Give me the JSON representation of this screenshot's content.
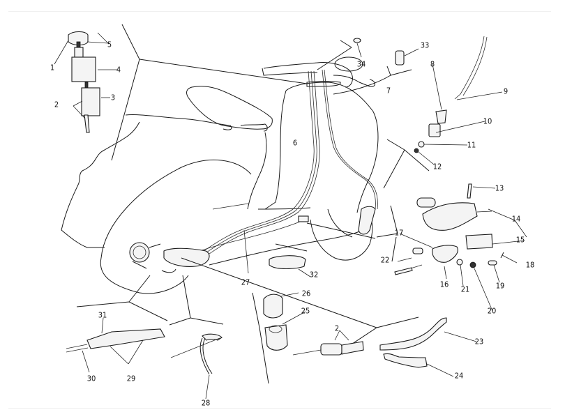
{
  "diagram": {
    "type": "exploded-parts-diagram",
    "subject": "scooter control cables",
    "callouts": [
      {
        "id": "1",
        "label": "1"
      },
      {
        "id": "2",
        "label": "2"
      },
      {
        "id": "2b",
        "label": "2"
      },
      {
        "id": "3",
        "label": "3"
      },
      {
        "id": "4",
        "label": "4"
      },
      {
        "id": "5",
        "label": "5"
      },
      {
        "id": "6",
        "label": "6"
      },
      {
        "id": "7",
        "label": "7"
      },
      {
        "id": "8",
        "label": "8"
      },
      {
        "id": "9",
        "label": "9"
      },
      {
        "id": "10",
        "label": "10"
      },
      {
        "id": "11",
        "label": "11"
      },
      {
        "id": "12",
        "label": "12"
      },
      {
        "id": "13",
        "label": "13"
      },
      {
        "id": "14",
        "label": "14"
      },
      {
        "id": "15",
        "label": "15"
      },
      {
        "id": "16",
        "label": "16"
      },
      {
        "id": "17",
        "label": "17"
      },
      {
        "id": "18",
        "label": "18"
      },
      {
        "id": "19",
        "label": "19"
      },
      {
        "id": "20",
        "label": "20"
      },
      {
        "id": "21",
        "label": "21"
      },
      {
        "id": "22",
        "label": "22"
      },
      {
        "id": "23",
        "label": "23"
      },
      {
        "id": "24",
        "label": "24"
      },
      {
        "id": "25",
        "label": "25"
      },
      {
        "id": "26",
        "label": "26"
      },
      {
        "id": "27",
        "label": "27"
      },
      {
        "id": "28",
        "label": "28"
      },
      {
        "id": "29",
        "label": "29"
      },
      {
        "id": "30",
        "label": "30"
      },
      {
        "id": "31",
        "label": "31"
      },
      {
        "id": "32",
        "label": "32"
      },
      {
        "id": "33",
        "label": "33"
      },
      {
        "id": "34",
        "label": "34"
      }
    ]
  }
}
